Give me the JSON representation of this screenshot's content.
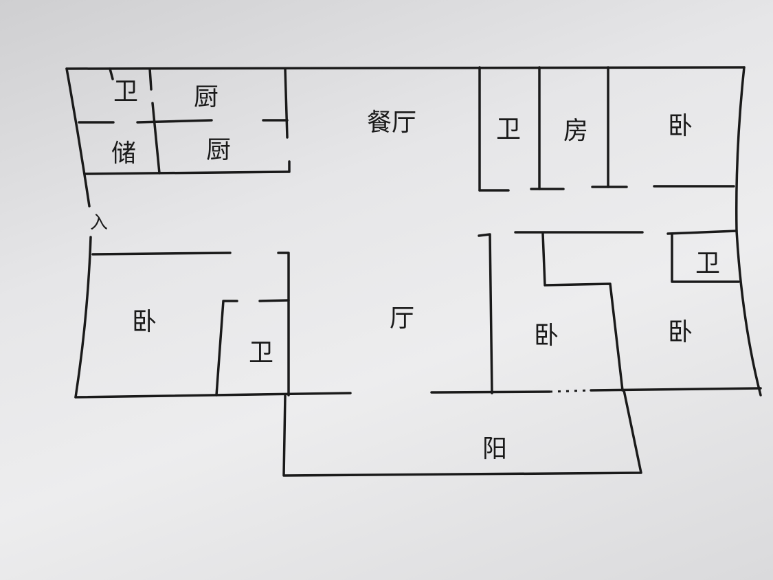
{
  "title": "Hand-drawn apartment floor plan",
  "rooms": {
    "top_left_bath": "卫",
    "kitchen_top": "厨",
    "storage": "储",
    "kitchen_bottom": "厨",
    "dining": "餐厅",
    "top_bath": "卫",
    "study": "房",
    "top_right_bedroom": "卧",
    "entrance": "入",
    "left_bedroom": "卧",
    "left_bath": "卫",
    "living": "厅",
    "middle_bedroom": "卧",
    "right_bath": "卫",
    "right_bedroom": "卧",
    "balcony": "阳"
  },
  "colors": {
    "ink": "#1a1a1a",
    "paper": "#e6e6e8"
  }
}
